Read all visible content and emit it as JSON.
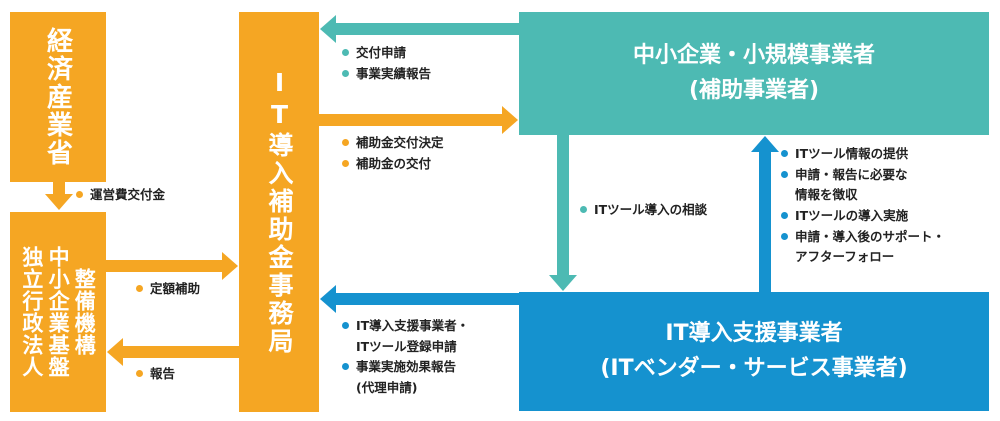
{
  "colors": {
    "orange": "#f5a623",
    "teal": "#4dbab3",
    "blue": "#1592cf"
  },
  "nodes": {
    "meti": "経済産業省",
    "smrj_col1": "独立行政法人",
    "smrj_col2": "中小企業基盤",
    "smrj_col3": "整備機構",
    "office": "IT導入補助金事務局",
    "sme_line1": "中小企業・小規模事業者",
    "sme_line2": "(補助事業者)",
    "vendor_line1": "IT導入支援事業者",
    "vendor_line2": "(ITベンダー・サービス事業者)"
  },
  "labels": {
    "operating_grant": "運営費交付金",
    "fixed_subsidy": "定額補助",
    "report": "報告",
    "sme_to_office_1": "交付申請",
    "sme_to_office_2": "事業実績報告",
    "office_to_sme_1": "補助金交付決定",
    "office_to_sme_2": "補助金の交付",
    "consult": "ITツール導入の相談",
    "vendor_to_sme_1": "ITツール情報の提供",
    "vendor_to_sme_2a": "申請・報告に必要な",
    "vendor_to_sme_2b": "情報を徴収",
    "vendor_to_sme_3": "ITツールの導入実施",
    "vendor_to_sme_4a": "申請・導入後のサポート・",
    "vendor_to_sme_4b": "アフターフォロー",
    "vendor_to_office_1a": "IT導入支援事業者・",
    "vendor_to_office_1b": "ITツール登録申請",
    "vendor_to_office_2a": "事業実施効果報告",
    "vendor_to_office_2b": "(代理申請)"
  }
}
